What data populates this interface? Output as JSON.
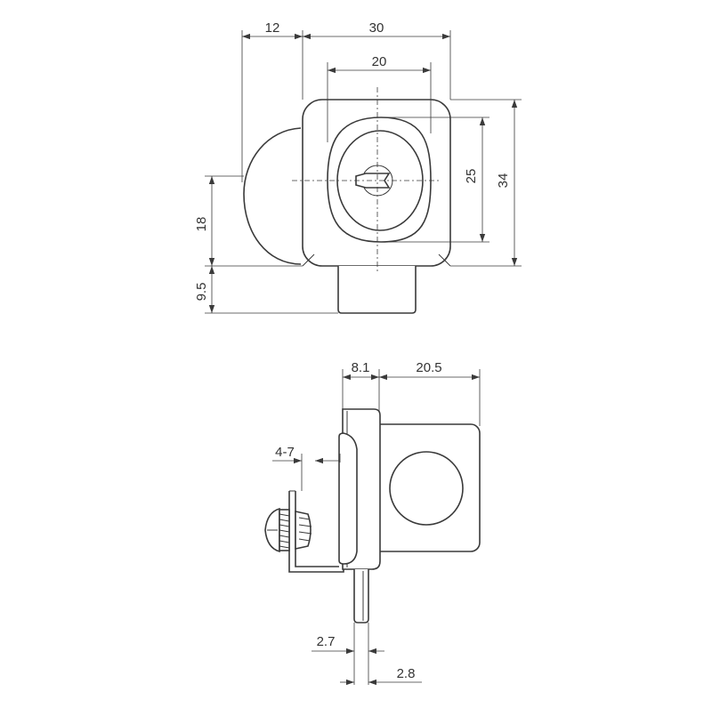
{
  "drawing": {
    "front_view": {
      "dim_width_side": "12",
      "dim_width_body": "30",
      "dim_width_cylinder": "20",
      "dim_height_cylinder": "25",
      "dim_height_body": "34",
      "dim_height_knob": "18",
      "dim_height_plunger": "9.5"
    },
    "side_view": {
      "dim_plate": "8.1",
      "dim_body_depth": "20.5",
      "dim_glass": "4-7",
      "dim_bolt_a": "2.7",
      "dim_bolt_b": "2.8"
    }
  },
  "colors": {
    "line": "#3a3a3a",
    "background": "#ffffff"
  }
}
